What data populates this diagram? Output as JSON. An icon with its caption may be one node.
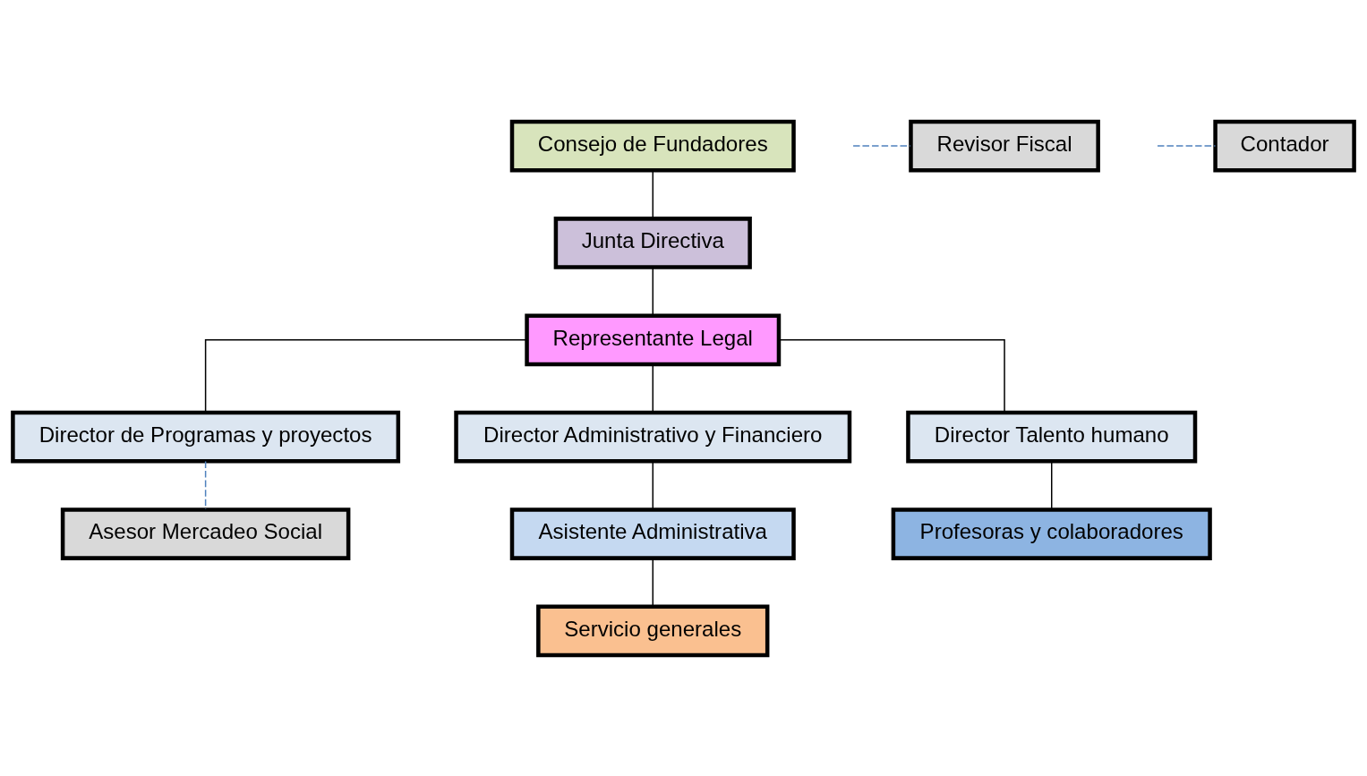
{
  "diagram": {
    "nodes": [
      {
        "text": [
          "Consejo de Fundadores"
        ]
      },
      {
        "text": [
          "Revisor Fiscal"
        ]
      },
      {
        "text": [
          "Junta Directiva"
        ]
      },
      {
        "text": [
          "Contador"
        ]
      },
      {
        "text": [
          "Representante Legal"
        ]
      },
      {
        "text": [
          "Director de Programas y proyectos"
        ]
      },
      {
        "text": [
          "Director Administrativo y Financiero"
        ]
      },
      {
        "text": [
          "Director Talento humano"
        ]
      },
      {
        "text": [
          "Asesor Mercadeo Social"
        ]
      },
      {
        "text": [
          "Asistente Administrativa"
        ]
      },
      {
        "text": [
          "Profesoras y colaboradores"
        ]
      },
      {
        "text": [
          "Servicio generales"
        ]
      }
    ],
    "edges": [
      {
        "from": 0,
        "to": 2,
        "arrow": "none"
      },
      {
        "from": null,
        "to": 1,
        "arrow": "none",
        "style": "dashed",
        "color": "#4f81bd"
      },
      {
        "from": 2,
        "to": 4,
        "arrow": "none"
      },
      {
        "from": null,
        "to": 3,
        "arrow": "none",
        "style": "dashed",
        "color": "#4f81bd"
      },
      {
        "from": 4,
        "to": 5,
        "arrow": "none"
      },
      {
        "from": 4,
        "to": 6,
        "arrow": "none"
      },
      {
        "from": 4,
        "to": 7,
        "arrow": "none"
      },
      {
        "from": 5,
        "to": 8,
        "arrow": "none",
        "style": "dashed",
        "color": "#4f81bd"
      },
      {
        "from": 6,
        "to": 9,
        "arrow": "none"
      },
      {
        "from": 7,
        "to": 10,
        "arrow": "none"
      },
      {
        "from": 9,
        "to": 11,
        "arrow": "none"
      }
    ]
  }
}
